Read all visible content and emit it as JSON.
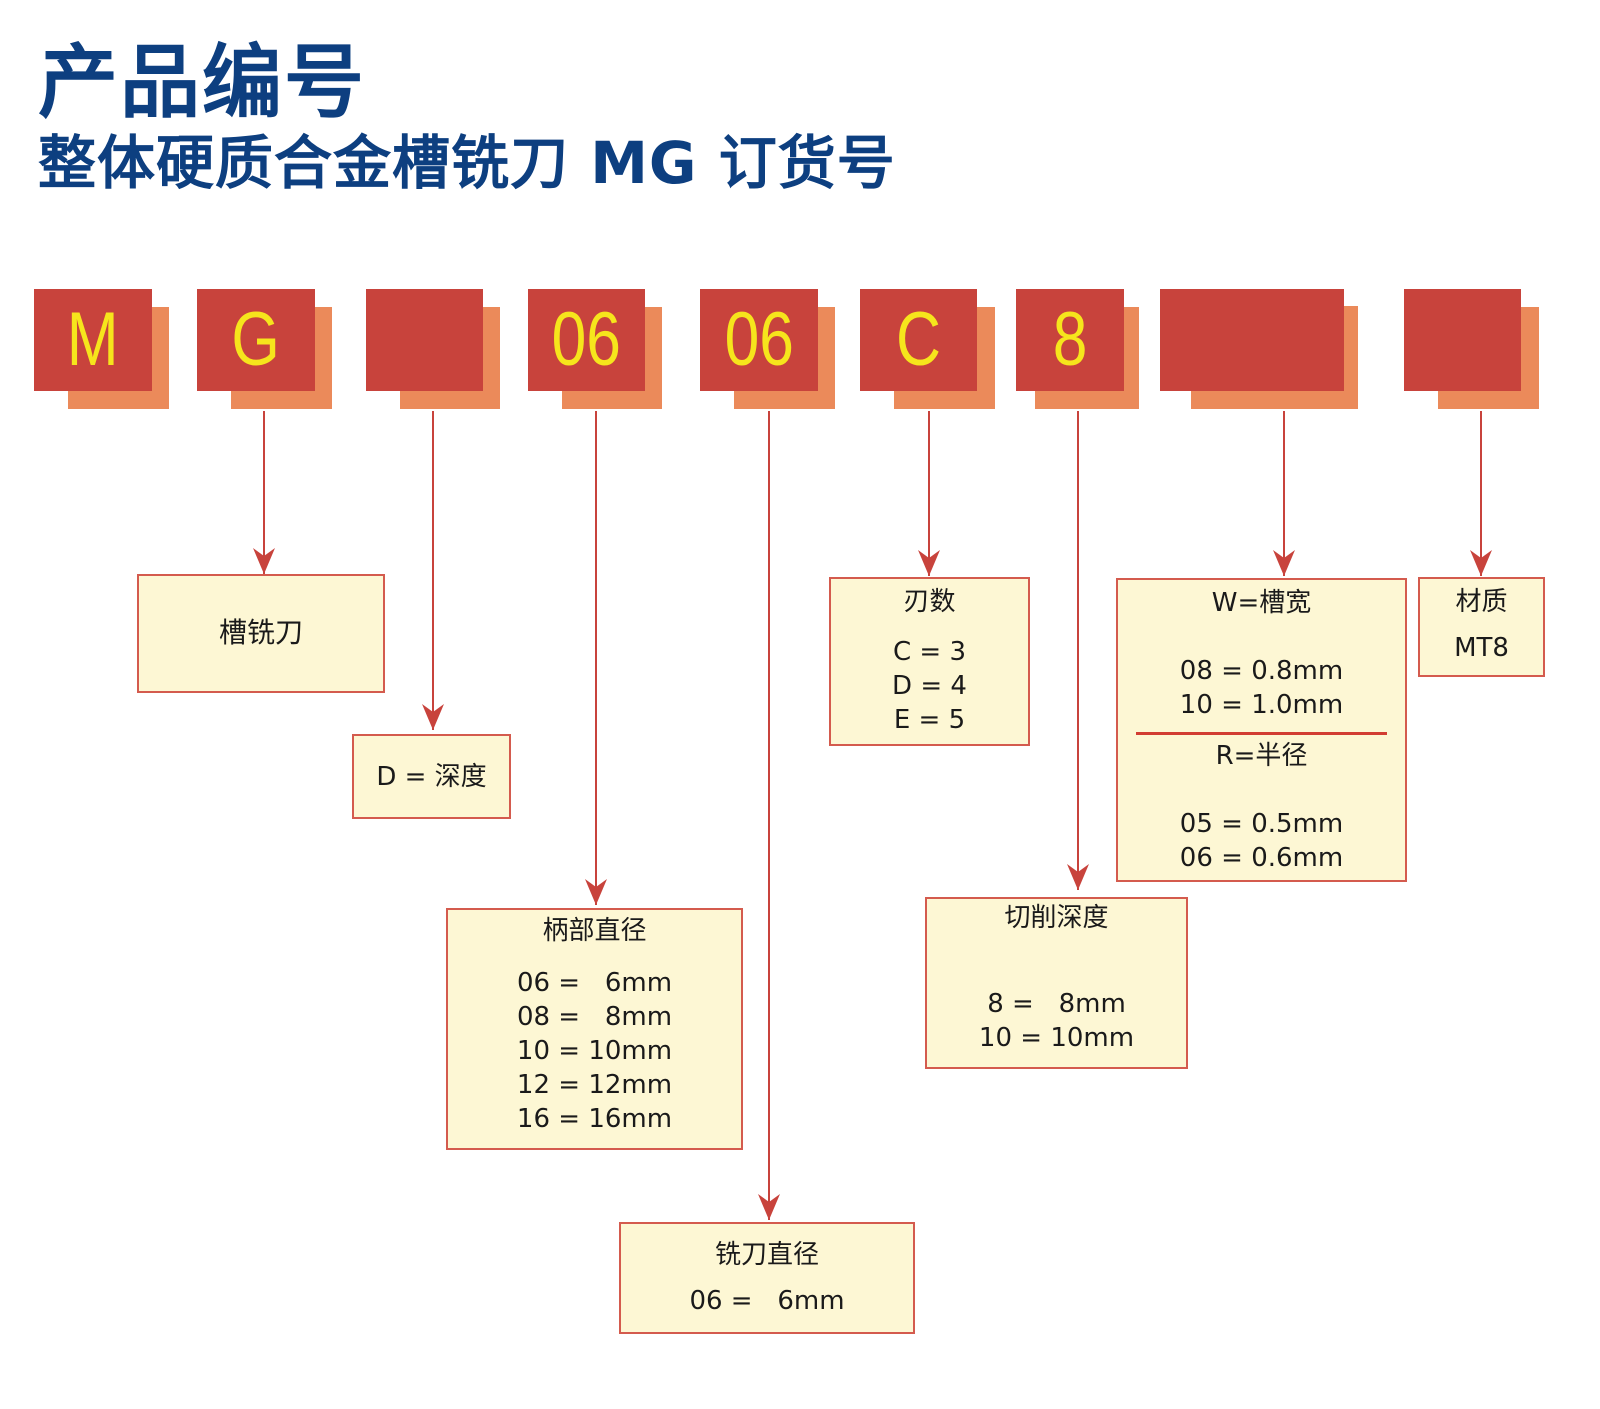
{
  "header": {
    "title": "产品编号",
    "subtitle": "整体硬质合金槽铣刀 MG 订货号"
  },
  "colors": {
    "title": "#0d3f80",
    "tile_face": "#c8433c",
    "tile_shadow": "#eb8a5a",
    "tile_text": "#f6e51c",
    "box_fill": "#fdf7d4",
    "box_border": "#d45b4e",
    "connector": "#c8433c"
  },
  "code_segments": [
    {
      "label": "M"
    },
    {
      "label": "G"
    },
    {
      "label": ""
    },
    {
      "label": "06"
    },
    {
      "label": "06"
    },
    {
      "label": "C"
    },
    {
      "label": "8"
    },
    {
      "label": ""
    },
    {
      "label": ""
    }
  ],
  "legend_boxes": {
    "type": {
      "title": "槽铣刀"
    },
    "depth": {
      "title": "D = 深度"
    },
    "shank_diameter": {
      "title": "柄部直径",
      "rows": [
        "06 =   6mm",
        "08 =   8mm",
        "10 = 10mm",
        "12 = 12mm",
        "16 = 16mm"
      ]
    },
    "cutter_diameter": {
      "title": "铣刀直径",
      "rows": [
        "06 =   6mm"
      ]
    },
    "flutes": {
      "title": "刃数",
      "rows": [
        "C = 3",
        "D = 4",
        "E = 5"
      ]
    },
    "cut_depth": {
      "title": "切削深度",
      "rows": [
        "8 =   8mm",
        "10 = 10mm"
      ]
    },
    "width_radius": {
      "width_title": "W=槽宽",
      "width_rows": [
        "08 = 0.8mm",
        "10 = 1.0mm"
      ],
      "radius_title": "R=半径",
      "radius_rows": [
        "05 = 0.5mm",
        "06 = 0.6mm"
      ]
    },
    "material": {
      "title": "材质",
      "rows": [
        "MT8"
      ]
    }
  }
}
